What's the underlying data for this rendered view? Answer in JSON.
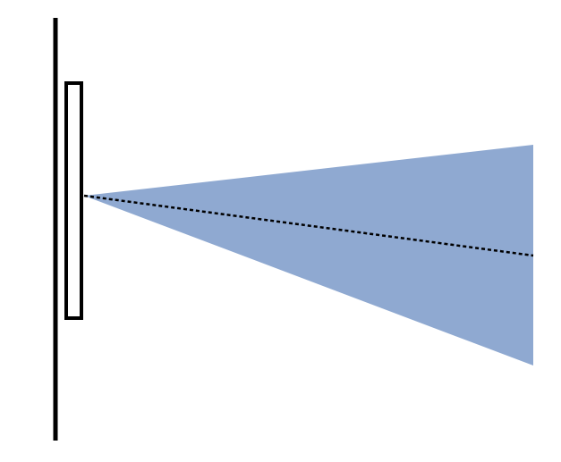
{
  "diagram": {
    "colors": {
      "background": "#ffffff",
      "wall": "#000000",
      "panel_outline": "#000000",
      "panel_fill": "#ffffff",
      "beam_fill": "#8FA9D1",
      "centerline": "#000000"
    },
    "elements": {
      "wall": "vertical-wall-line",
      "panel": "mounted-rectangular-panel",
      "beam": "projection-cone",
      "centerline": "dashed-axis-line"
    }
  }
}
